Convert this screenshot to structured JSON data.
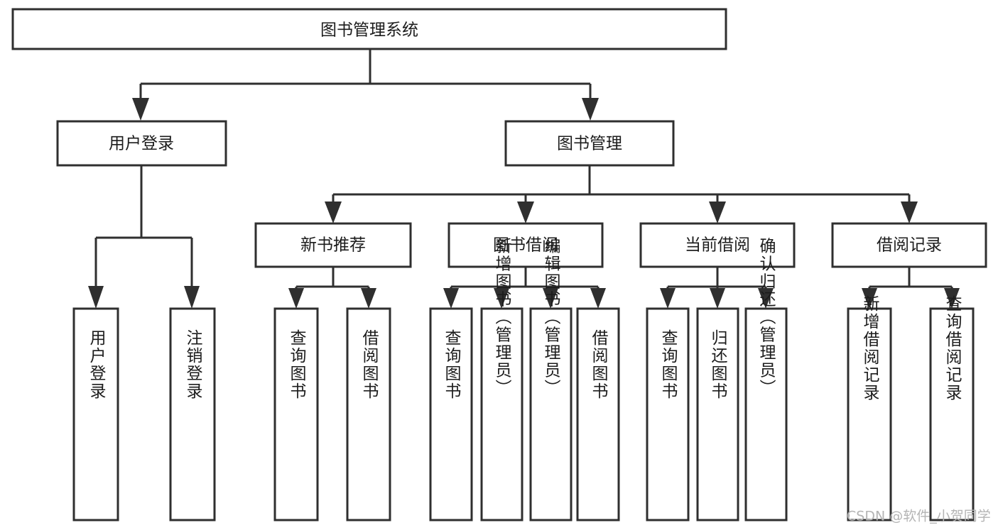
{
  "diagram": {
    "type": "hierarchy-tree",
    "title": "图书管理系统",
    "orientation": "top-down",
    "colors": {
      "background": "#ffffff",
      "box_stroke": "#2f2f2f",
      "box_fill": "#ffffff",
      "connector": "#2f2f2f",
      "text": "#1c1c1c",
      "watermark": "#b4b4b4"
    },
    "root": {
      "label": "图书管理系统"
    },
    "level2": [
      {
        "label": "用户登录"
      },
      {
        "label": "图书管理"
      }
    ],
    "level3": [
      {
        "label": "新书推荐"
      },
      {
        "label": "图书借阅"
      },
      {
        "label": "当前借阅"
      },
      {
        "label": "借阅记录"
      }
    ],
    "leaves": {
      "user_login": [
        {
          "label": "用户登录"
        },
        {
          "label": "注销登录"
        }
      ],
      "new_book_recommend": [
        {
          "label": "查询图书"
        },
        {
          "label": "借阅图书"
        }
      ],
      "book_borrow": [
        {
          "label": "查询图书"
        },
        {
          "label": "新增图书（管理员）"
        },
        {
          "label": "编辑图书（管理员）"
        },
        {
          "label": "借阅图书"
        }
      ],
      "current_borrow": [
        {
          "label": "查询图书"
        },
        {
          "label": "归还图书"
        },
        {
          "label": "确认归还（管理员）"
        }
      ],
      "borrow_record": [
        {
          "label": "新增借阅记录"
        },
        {
          "label": "查询借阅记录"
        }
      ]
    },
    "watermark": {
      "text": "CSDN @软件_小贺同学"
    }
  }
}
